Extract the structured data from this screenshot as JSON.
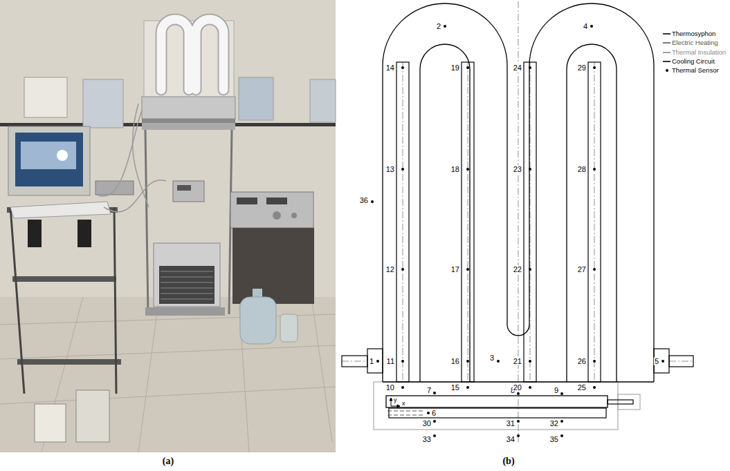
{
  "diagram": {
    "labels": [
      "(a)",
      "(b)",
      "1",
      "2",
      "3",
      "4",
      "5",
      "6",
      "7",
      "8",
      "9",
      "10",
      "11",
      "12",
      "13",
      "14",
      "15",
      "16",
      "17",
      "18",
      "19",
      "20",
      "21",
      "22",
      "23",
      "24",
      "25",
      "26",
      "27",
      "28",
      "29",
      "30",
      "31",
      "32",
      "33",
      "34",
      "35",
      "36",
      "y",
      "x"
    ],
    "legend": [
      {
        "text": "Thermosyphon"
      },
      {
        "text": "Electric Heating"
      },
      {
        "text": "Thermal Insulation"
      },
      {
        "text": "Cooling Circuit"
      },
      {
        "text": "Thermal Sensor"
      }
    ]
  }
}
